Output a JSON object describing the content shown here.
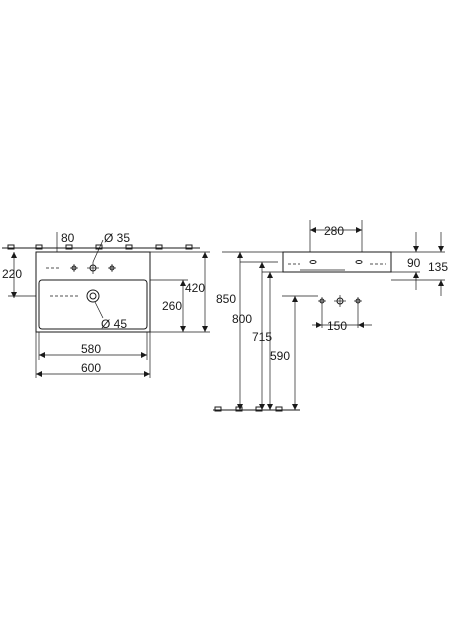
{
  "front_view": {
    "tap_offset": "80",
    "tap_hole": "Ø 35",
    "depth_to_tap": "220",
    "overall_depth": "420",
    "bowl_depth": "260",
    "drain": "Ø 45",
    "inner_width": "580",
    "outer_width": "600"
  },
  "side_view": {
    "basin_width": "280",
    "basin_height": "90",
    "total_height": "135",
    "rim_height": "850",
    "mount_height": "800",
    "drain_height": "715",
    "waste_height": "590",
    "tap_spacing": "150"
  }
}
